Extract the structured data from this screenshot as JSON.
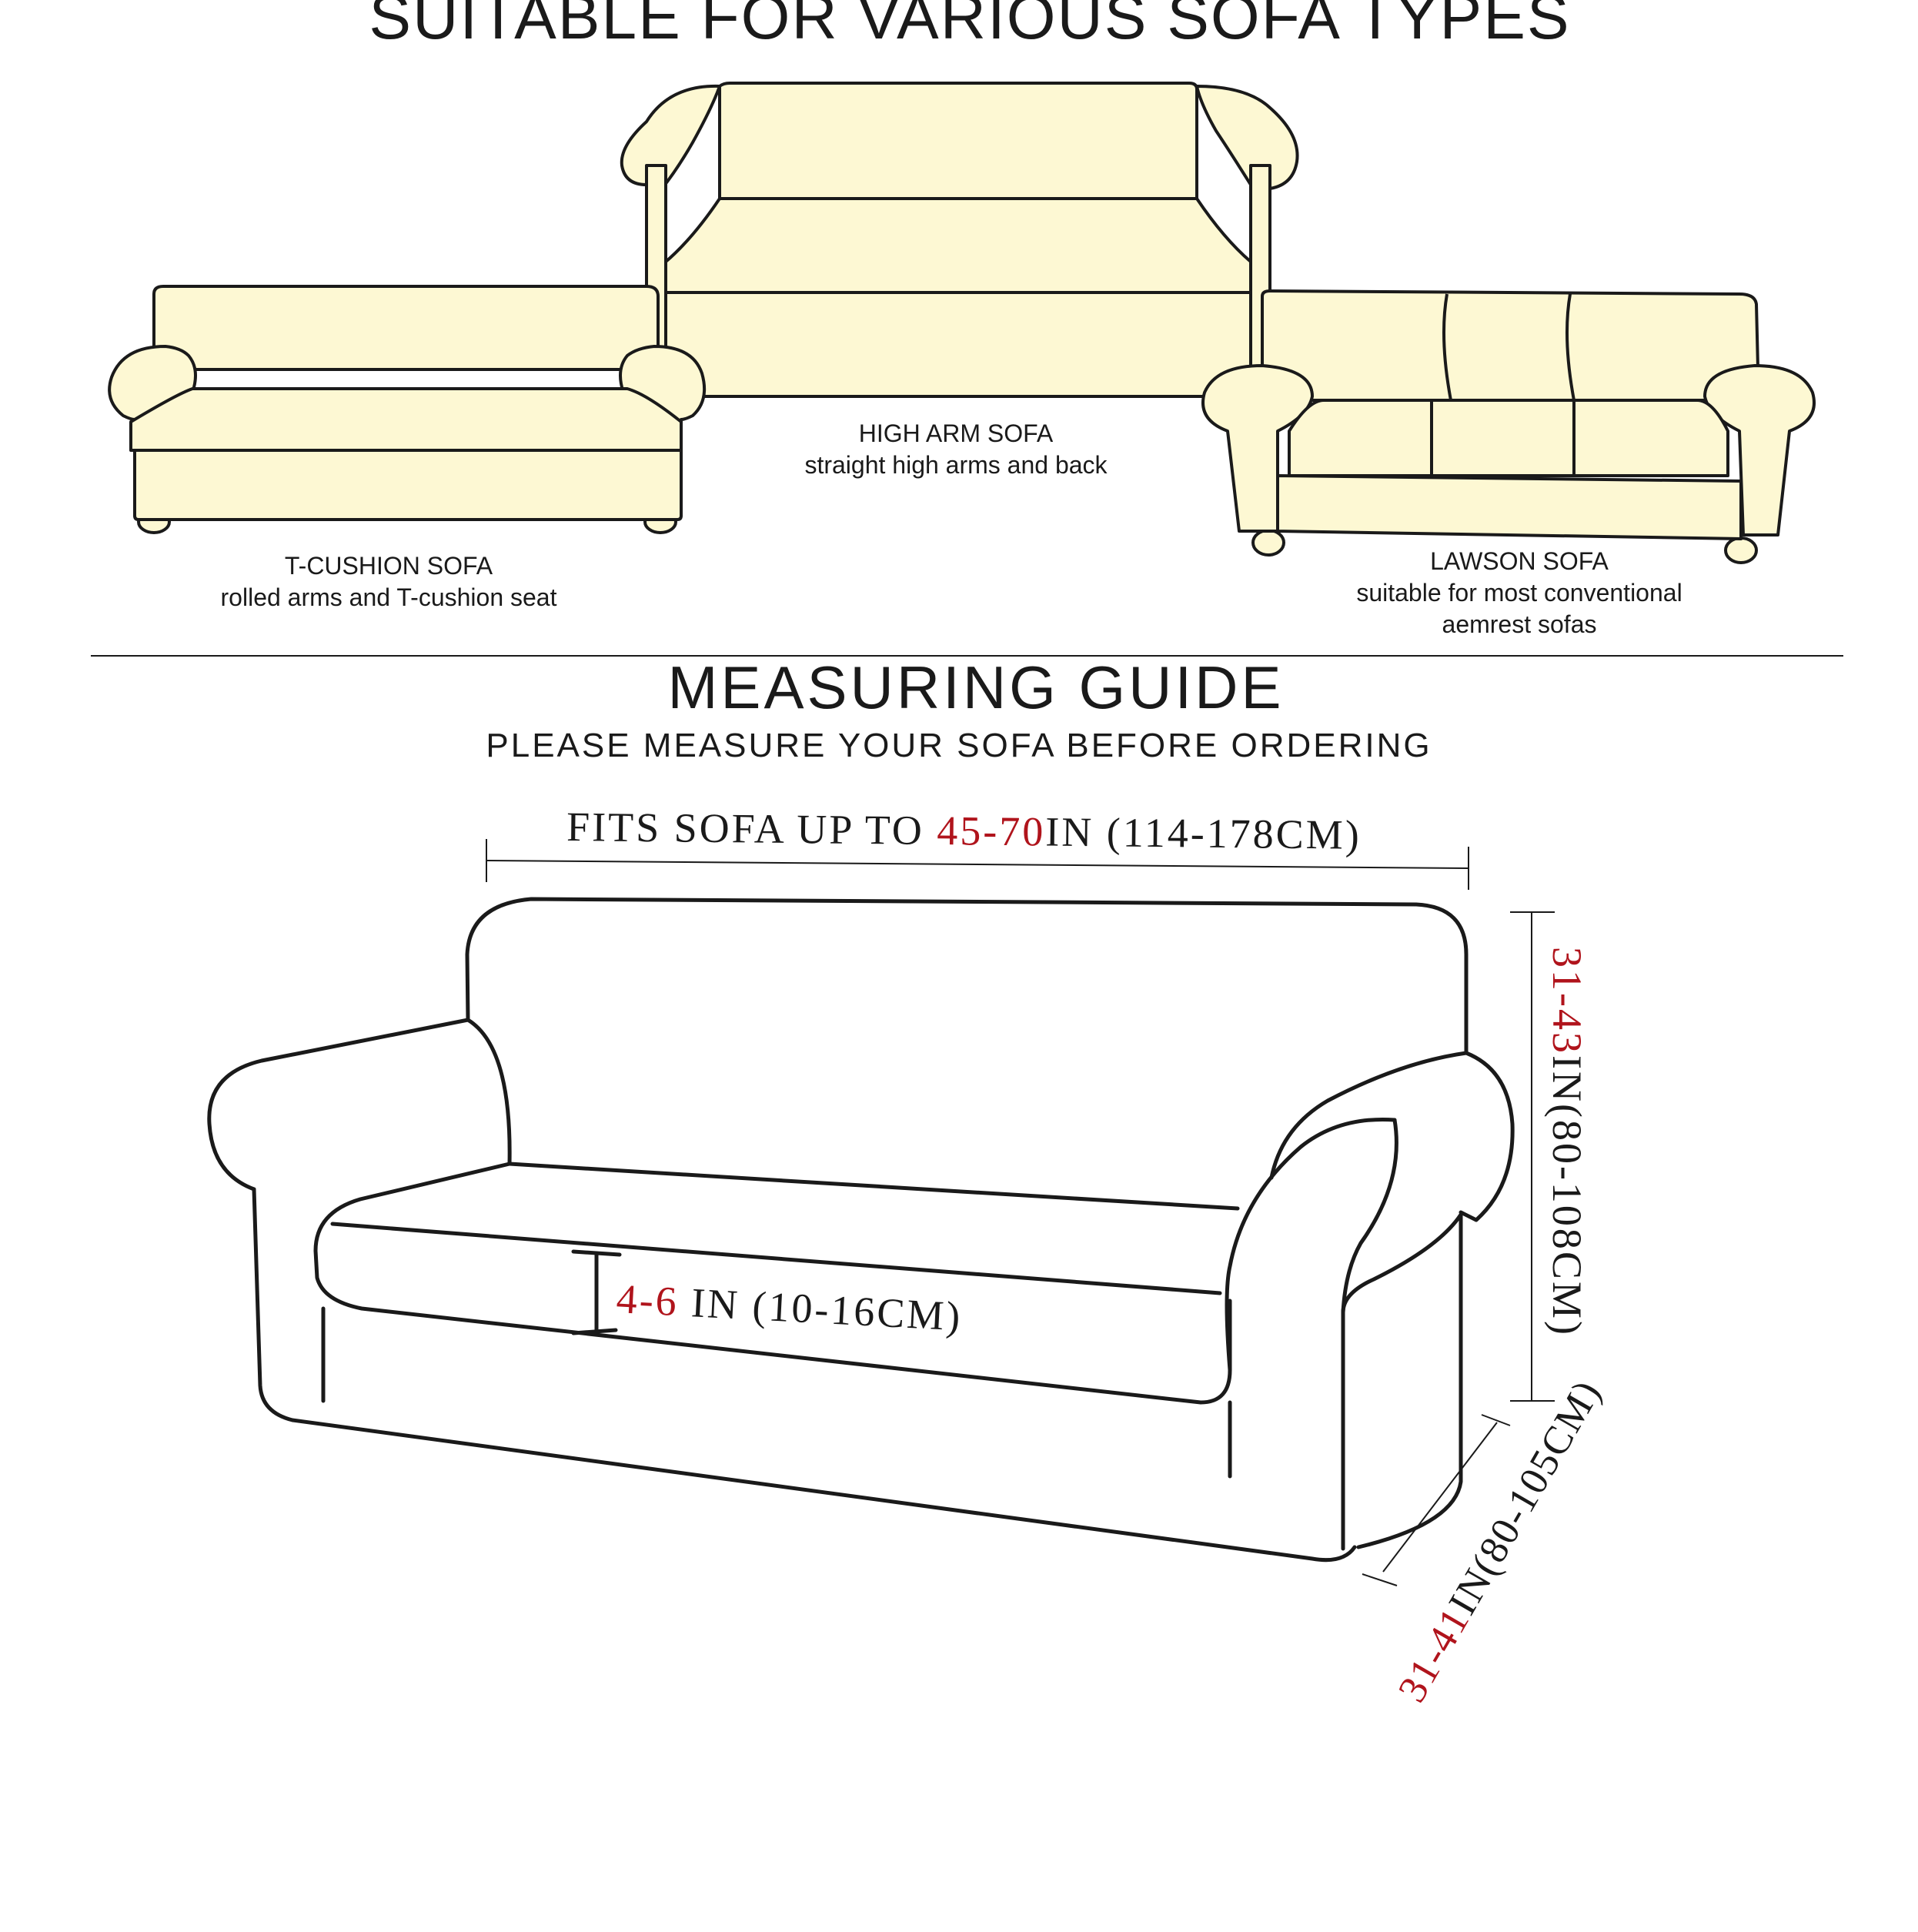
{
  "colors": {
    "sofa_fill": "#fdf8d3",
    "outline": "#1a1a1a",
    "accent_red": "#b0141c",
    "text": "#1a1a1a",
    "background": "#ffffff"
  },
  "header": {
    "title": "SUITABLE FOR VARIOUS SOFA TYPES"
  },
  "sofa_types": [
    {
      "name": "T-CUSHION SOFA",
      "description": "rolled arms and T-cushion seat"
    },
    {
      "name": "HIGH ARM SOFA",
      "description": "straight high arms and back"
    },
    {
      "name": "LAWSON SOFA",
      "description_lines": [
        "suitable for most conventional",
        "aemrest sofas"
      ]
    }
  ],
  "guide": {
    "title": "MEASURING GUIDE",
    "subtitle": "PLEASE MEASURE YOUR SOFA BEFORE ORDERING"
  },
  "measurements": {
    "width": {
      "prefix": "FITS SOFA UP TO ",
      "range": "45-70",
      "suffix": "IN (114-178CM)"
    },
    "height": {
      "range": "31-43",
      "suffix": "IN(80-108CM)"
    },
    "depth": {
      "range": "31-41",
      "suffix": "IN(80-105CM)"
    },
    "cushion": {
      "range": "4-6",
      "suffix": " IN (10-16CM)"
    }
  }
}
